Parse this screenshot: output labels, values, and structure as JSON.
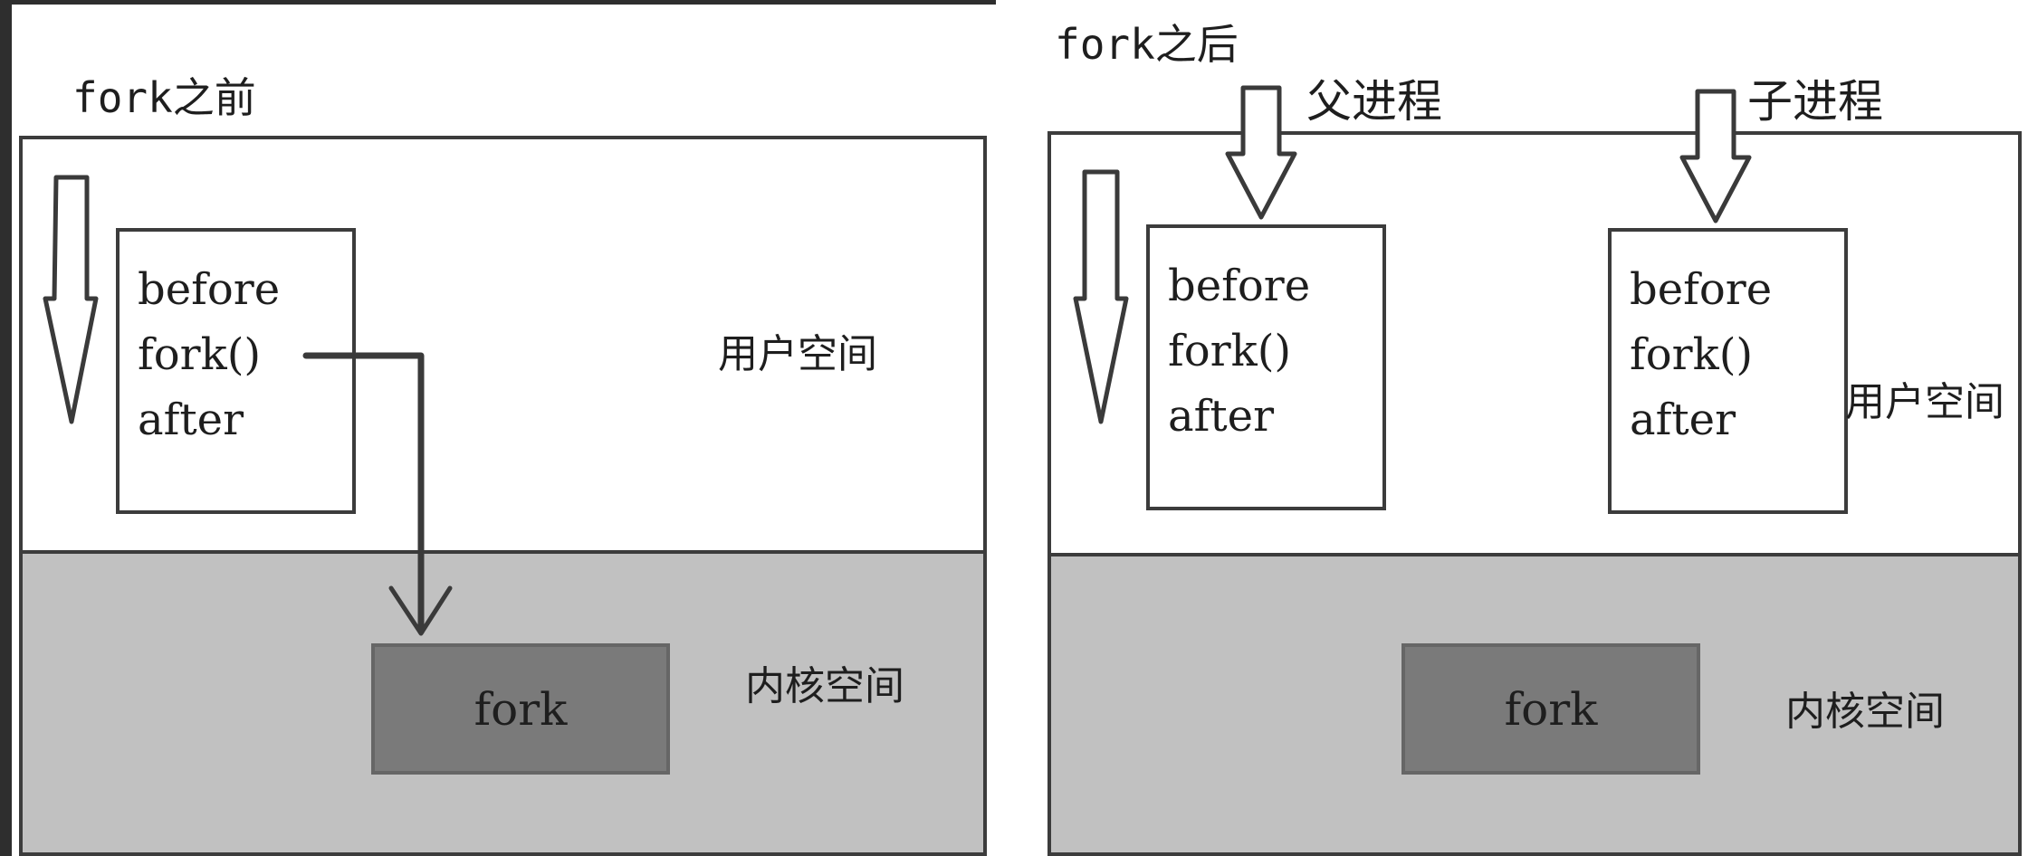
{
  "before": {
    "heading": "fork之前",
    "user_space_label": "用户空间",
    "kernel_space_label": "内核空间",
    "code_lines": [
      "before",
      "fork()",
      "after"
    ],
    "kernel_box_label": "fork"
  },
  "after": {
    "heading": "fork之后",
    "parent_label": "父进程",
    "child_label": "子进程",
    "user_space_label": "用户空间",
    "kernel_space_label": "内核空间",
    "parent_code_lines": [
      "before",
      "fork()",
      "after"
    ],
    "child_code_lines": [
      "before",
      "fork()",
      "after"
    ],
    "kernel_box_label": "fork"
  }
}
